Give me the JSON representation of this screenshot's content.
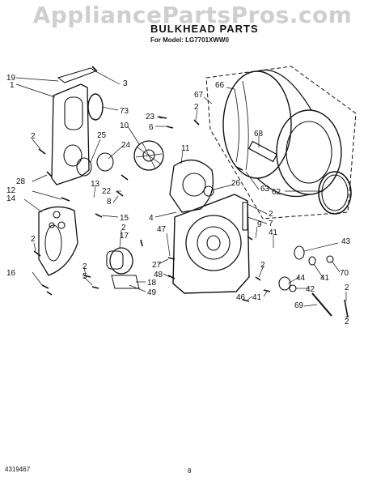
{
  "header": {
    "watermark": "AppliancePartsPros.com",
    "title": "BULKHEAD PARTS",
    "model": "For Model: LG7701XWW0"
  },
  "footer": {
    "doc_number": "4319467",
    "page_number": "8"
  },
  "callouts": [
    {
      "id": "c19",
      "text": "19"
    },
    {
      "id": "c1",
      "text": "1"
    },
    {
      "id": "c3",
      "text": "3"
    },
    {
      "id": "c73",
      "text": "73"
    },
    {
      "id": "c2a",
      "text": "2"
    },
    {
      "id": "c25",
      "text": "25"
    },
    {
      "id": "c10",
      "text": "10"
    },
    {
      "id": "c23",
      "text": "23"
    },
    {
      "id": "c6",
      "text": "6"
    },
    {
      "id": "c2b",
      "text": "2"
    },
    {
      "id": "c67",
      "text": "67"
    },
    {
      "id": "c66",
      "text": "66"
    },
    {
      "id": "c68",
      "text": "68"
    },
    {
      "id": "c24",
      "text": "24"
    },
    {
      "id": "c11",
      "text": "11"
    },
    {
      "id": "c28",
      "text": "28"
    },
    {
      "id": "c12",
      "text": "12"
    },
    {
      "id": "c14",
      "text": "14"
    },
    {
      "id": "c13",
      "text": "13"
    },
    {
      "id": "c22",
      "text": "22"
    },
    {
      "id": "c8",
      "text": "8"
    },
    {
      "id": "c26",
      "text": "26"
    },
    {
      "id": "c63",
      "text": "63"
    },
    {
      "id": "c62",
      "text": "62"
    },
    {
      "id": "c2c",
      "text": "2"
    },
    {
      "id": "c7",
      "text": "7"
    },
    {
      "id": "c4",
      "text": "4"
    },
    {
      "id": "c15",
      "text": "15"
    },
    {
      "id": "c2d",
      "text": "2"
    },
    {
      "id": "c17",
      "text": "17"
    },
    {
      "id": "c47",
      "text": "47"
    },
    {
      "id": "c9",
      "text": "9"
    },
    {
      "id": "c41a",
      "text": "41"
    },
    {
      "id": "c43",
      "text": "43"
    },
    {
      "id": "c2e",
      "text": "2"
    },
    {
      "id": "c27",
      "text": "27"
    },
    {
      "id": "c2f",
      "text": "2"
    },
    {
      "id": "c70",
      "text": "70"
    },
    {
      "id": "c48",
      "text": "48"
    },
    {
      "id": "c16",
      "text": "16"
    },
    {
      "id": "c2g",
      "text": "2"
    },
    {
      "id": "c5",
      "text": "5"
    },
    {
      "id": "c18",
      "text": "18"
    },
    {
      "id": "c49",
      "text": "49"
    },
    {
      "id": "c44",
      "text": "44"
    },
    {
      "id": "c41b",
      "text": "41"
    },
    {
      "id": "c42",
      "text": "42"
    },
    {
      "id": "c2h",
      "text": "2"
    },
    {
      "id": "c46",
      "text": "46"
    },
    {
      "id": "c41c",
      "text": "41"
    },
    {
      "id": "c69",
      "text": "69"
    },
    {
      "id": "c2i",
      "text": "2"
    }
  ]
}
